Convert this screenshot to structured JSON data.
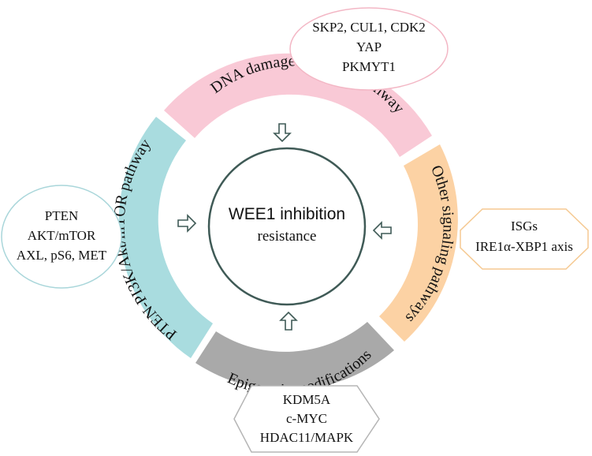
{
  "center": {
    "title": "WEE1 inhibition",
    "subtitle": "resistance"
  },
  "segments": [
    {
      "id": "dna",
      "label": "DNA damage response pathway",
      "color": "#f9c9d6"
    },
    {
      "id": "other",
      "label": "Other signaling pathways",
      "color": "#fcd2a4"
    },
    {
      "id": "epi",
      "label": "Epigenetic modifications",
      "color": "#a9a9a9"
    },
    {
      "id": "pten",
      "label": "PTEN-PI3K/Akt/mTOR pathway",
      "color": "#a9dcdf"
    }
  ],
  "bubbles": {
    "dna": {
      "lines": [
        "SKP2, CUL1, CDK2",
        "YAP",
        "PKMYT1"
      ],
      "border_color": "#f3b7c5"
    },
    "other": {
      "lines": [
        "ISGs",
        "IRE1α-XBP1 axis"
      ],
      "border_color": "#f5c992"
    },
    "epi": {
      "lines": [
        "KDM5A",
        "c-MYC",
        "HDAC11/MAPK"
      ],
      "border_color": "#b5b5b5"
    },
    "pten": {
      "lines": [
        "PTEN",
        "AKT/mTOR",
        "AXL, pS6, MET"
      ],
      "border_color": "#a9d6da"
    }
  },
  "arrow_color": "#3f5a56",
  "ring_color": "#3f5a56"
}
